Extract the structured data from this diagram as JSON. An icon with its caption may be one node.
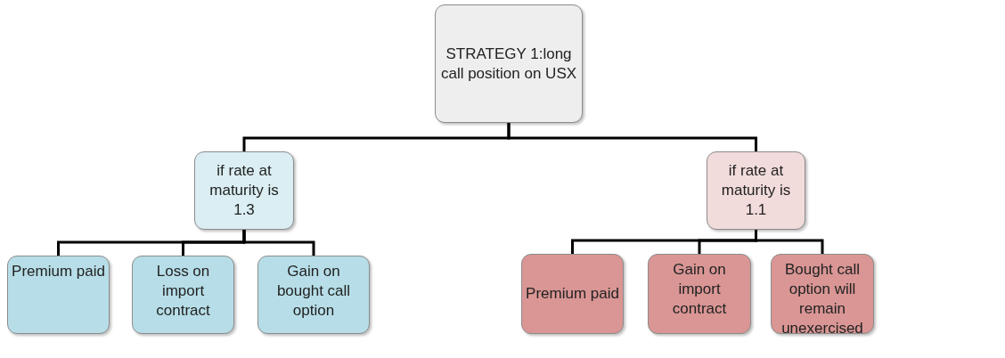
{
  "diagram": {
    "nodes": [
      {
        "text": [
          "STRATEGY 1:long call position on USX"
        ]
      },
      {
        "text": [
          "if rate at maturity  is 1.3"
        ]
      },
      {
        "text": [
          "if rate at maturity is 1.1"
        ]
      },
      {
        "text": [
          "Premium paid"
        ]
      },
      {
        "text": [
          "Loss on import contract"
        ]
      },
      {
        "text": [
          "Gain on bought call option"
        ]
      },
      {
        "text": [
          "Premium paid"
        ]
      },
      {
        "text": [
          "Gain on import contract"
        ]
      },
      {
        "text": [
          "Bought call option will remain unexercised"
        ]
      }
    ],
    "edges": [
      {
        "from": 0,
        "to": 1,
        "arrow": "none"
      },
      {
        "from": 0,
        "to": 2,
        "arrow": "none"
      },
      {
        "from": 1,
        "to": 3,
        "arrow": "none"
      },
      {
        "from": 1,
        "to": 4,
        "arrow": "none"
      },
      {
        "from": 1,
        "to": 5,
        "arrow": "none"
      },
      {
        "from": 2,
        "to": 6,
        "arrow": "none"
      },
      {
        "from": 2,
        "to": 7,
        "arrow": "none"
      },
      {
        "from": 2,
        "to": 8,
        "arrow": "none"
      }
    ]
  }
}
